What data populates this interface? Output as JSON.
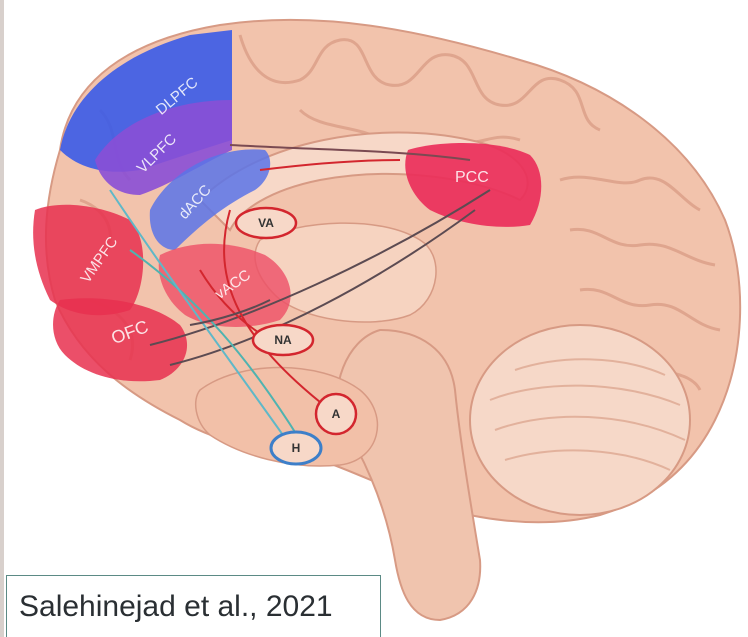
{
  "figure": {
    "regions": {
      "dlpfc": "DLPFC",
      "vlpfc": "VLPFC",
      "dacc": "dACC",
      "vmpfc": "VMPFC",
      "vacc": "vACC",
      "ofc": "OFC",
      "pcc": "PCC"
    },
    "nodes": {
      "va": "VA",
      "na": "NA",
      "a": "A",
      "h": "H"
    }
  },
  "caption": "Salehinejad et al., 2021",
  "colors": {
    "tissue": "#f2c3ac",
    "blue_region": "#3a5be8",
    "purple_region": "#8a4fd6",
    "red_region": "#e8304f",
    "pcc_region": "#ea2f5a",
    "red_node": "#d3262e",
    "blue_node": "#3d7fc9"
  }
}
